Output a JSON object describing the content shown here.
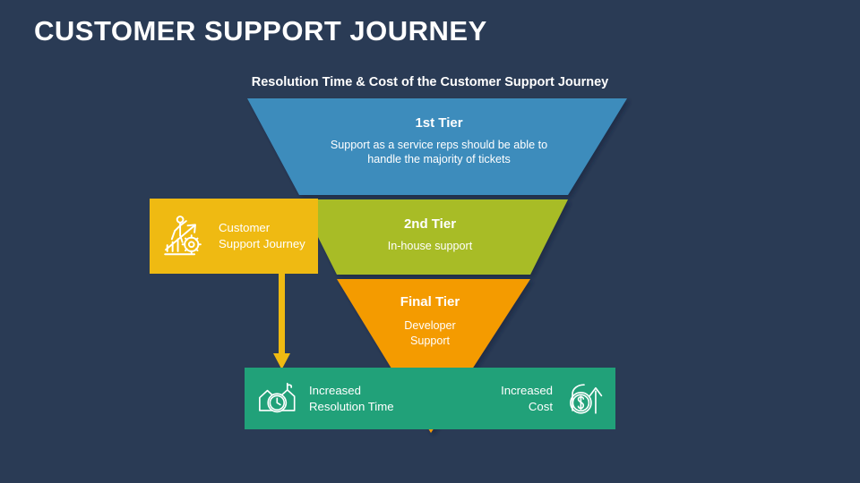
{
  "slide": {
    "title": "CUSTOMER SUPPORT JOURNEY",
    "chart_title": "Resolution Time & Cost of the Customer Support Journey",
    "background_color": "#2a3b55"
  },
  "funnel": {
    "tiers": [
      {
        "heading": "1st Tier",
        "description": "Support as a service reps should be able to\nhandle the majority of tickets",
        "color": "#3e8cbc"
      },
      {
        "heading": "2nd Tier",
        "description": "In-house support",
        "color": "#a8bc26"
      },
      {
        "heading": "Final Tier",
        "description": "Developer\nSupport",
        "color": "#f49b00"
      }
    ]
  },
  "callout": {
    "label": "Customer\nSupport Journey",
    "color": "#efba12",
    "icon": "person-growth-chart-gear-icon"
  },
  "arrow": {
    "icon": "arrow-down-icon",
    "color": "#efba12"
  },
  "outcomes": {
    "bar_color": "#21a179",
    "items": [
      {
        "label": "Increased\nResolution Time",
        "icon": "clock-house-icon"
      },
      {
        "label": "Increased\nCost",
        "icon": "dollar-coin-up-arrow-icon"
      }
    ]
  }
}
